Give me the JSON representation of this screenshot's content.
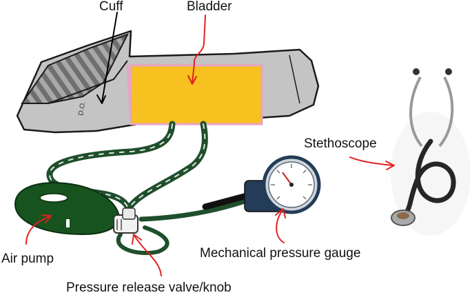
{
  "labels": {
    "cuff": "Cuff",
    "bladder": "Bladder",
    "stethoscope": "Stethoscope",
    "air_pump": "Air pump",
    "pressure_gauge": "Mechanical pressure gauge",
    "release_valve": "Pressure release valve/knob"
  },
  "cuff_text": "D.O.",
  "colors": {
    "cuff": "#c4c4c4",
    "cuff_outline": "#1a1a1a",
    "bladder": "#f7c21f",
    "bladder_border": "#e9a3c0",
    "tubing": "#1f4f2c",
    "pump": "#17531f",
    "gauge_body": "#233c57",
    "stethoscope": "#262626",
    "chestpiece": "#a9a9a9",
    "arrow_red": "#e02020",
    "arrow_black": "#000000"
  },
  "icons": [
    "cuff-icon",
    "bladder-icon",
    "air-pump-icon",
    "release-valve-icon",
    "pressure-gauge-icon",
    "stethoscope-icon"
  ]
}
